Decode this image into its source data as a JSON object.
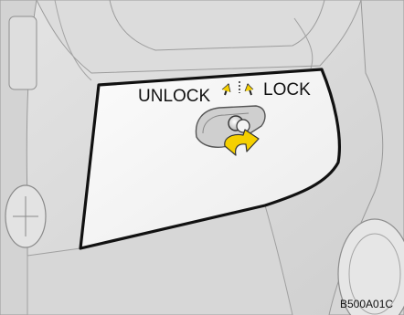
{
  "illustration": {
    "unlock_label": "UNLOCK",
    "lock_label": "LOCK",
    "figure_code": "B500A01C"
  },
  "colors": {
    "background": "#d9d9d9",
    "glovebox_door": "#f4f4f4",
    "outline": "#111111",
    "arrow": "#f5d000"
  },
  "icons": {
    "arrow": "curved-arrow-icon",
    "key": "key-lock-icon"
  }
}
